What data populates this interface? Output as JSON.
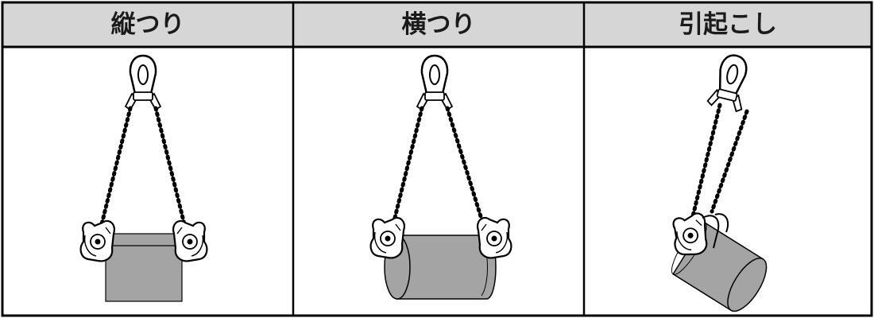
{
  "columns": [
    {
      "title": "縦つり",
      "icon": "vertical-lift-clamp-illustration"
    },
    {
      "title": "横つり",
      "icon": "horizontal-lift-clamp-illustration"
    },
    {
      "title": "引起こし",
      "icon": "upending-lift-clamp-illustration"
    }
  ],
  "colors": {
    "header_bg": "#d6d6d6",
    "border": "#000000",
    "load_fill": "#a4a4a4",
    "hardware_stroke": "#000000"
  }
}
